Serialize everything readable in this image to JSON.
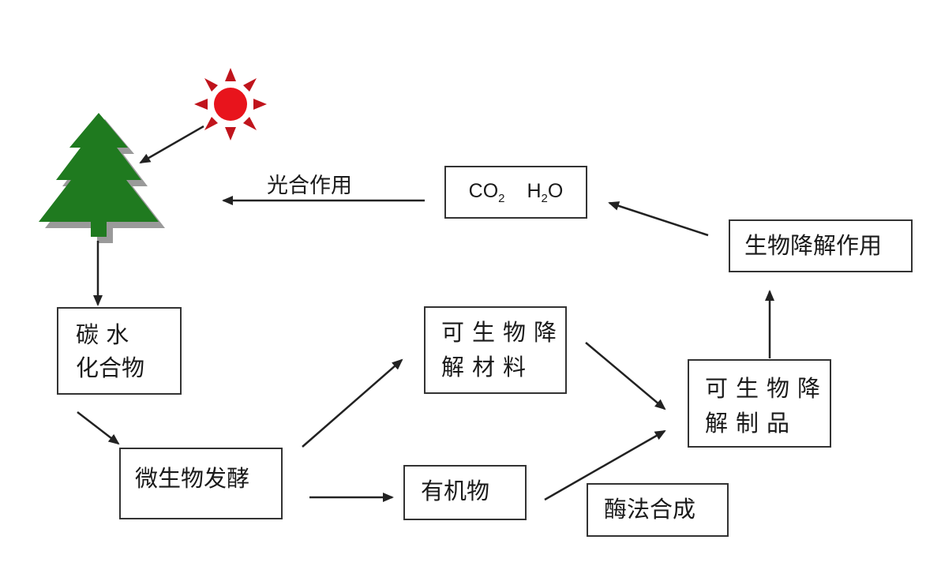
{
  "diagram": {
    "edge_label_photosynthesis": "光合作用",
    "co2": {
      "base": "CO",
      "sub": "2"
    },
    "h2o": {
      "pre": "H",
      "sub": "2",
      "post": "O"
    },
    "node_biodegradation": "生物降解作用",
    "node_carbohydrate": {
      "line1": "碳 水",
      "line2": "化合物"
    },
    "node_material": {
      "line1": "可生物降",
      "line2": "解材料"
    },
    "node_product": {
      "line1": "可生物降",
      "line2": "解制品"
    },
    "node_fermentation": "微生物发酵",
    "node_organic": "有机物",
    "node_enzymatic": "酶法合成",
    "icons": [
      "sun-icon",
      "tree-icon"
    ],
    "colors": {
      "sun": "#e8141c",
      "tree": "#1f7a1f",
      "stroke": "#333333"
    }
  }
}
